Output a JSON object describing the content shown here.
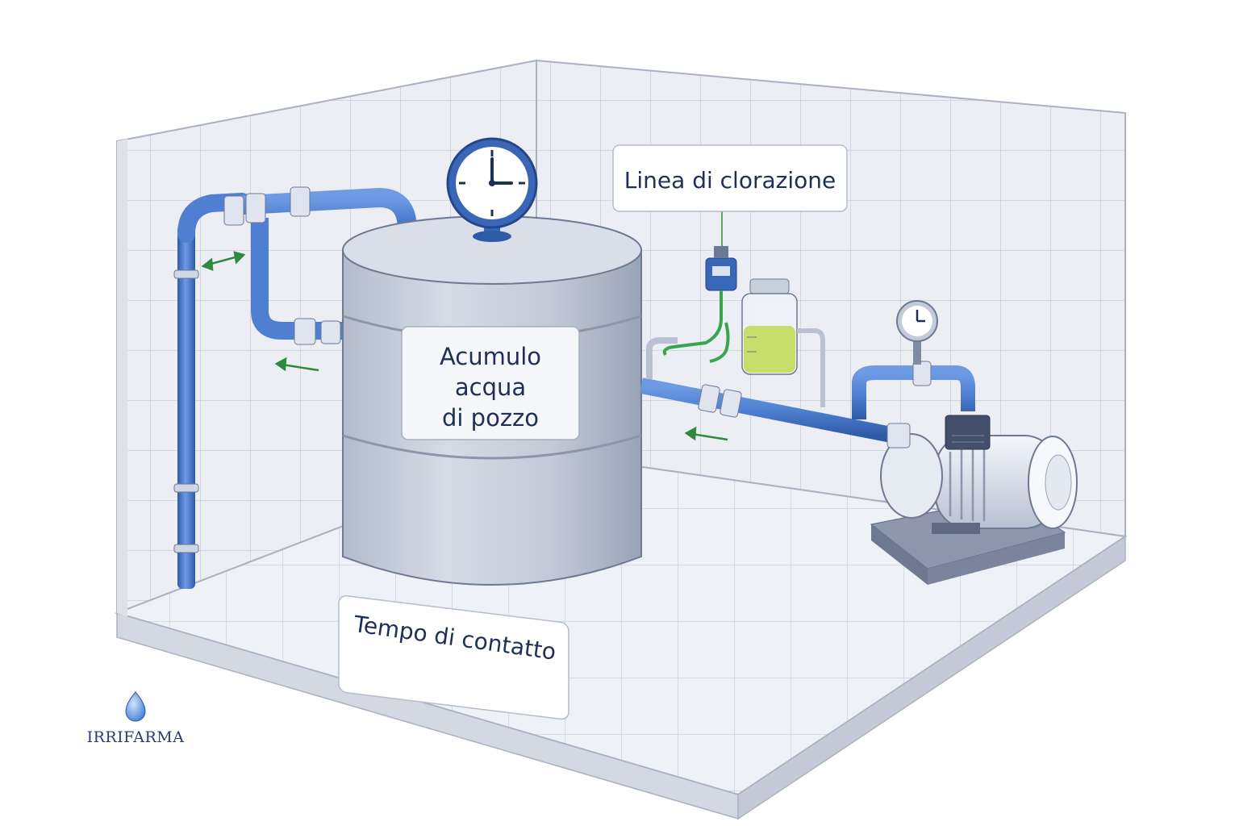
{
  "labels": {
    "tank": [
      "Acumulo",
      "acqua",
      "di pozzo"
    ],
    "chlorination_line": "Linea di clorazione",
    "contact_time": "Tempo di contatto"
  },
  "brand": {
    "name": "IRRIFARMA",
    "icon": "water-drop-icon"
  },
  "colors": {
    "pipe_blue": "#4f7fd1",
    "pipe_dark": "#2f5aa8",
    "tank_grey": "#c3c9d6",
    "tile_wall": "#e9ecf3",
    "floor": "#edf0f5",
    "arrow_green": "#2e8b3e",
    "chlorine_liquid": "#c8dd6a",
    "label_text": "#1f2f55"
  }
}
